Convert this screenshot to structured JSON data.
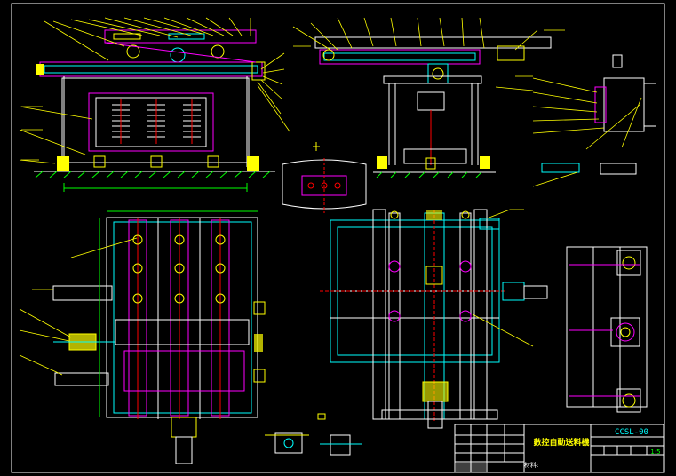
{
  "drawing": {
    "title": "數控自動送料機",
    "drawing_number": "CCSL-00",
    "scale": "1:5",
    "material_label": "材料:"
  },
  "colors": {
    "background": "#000000",
    "frame": "#ffffff",
    "outline_cyan": "#00ffff",
    "outline_magenta": "#ff00ff",
    "outline_yellow": "#ffff00",
    "outline_green": "#00ff00",
    "outline_red": "#ff0000",
    "outline_blue": "#3355ff",
    "leader_yellow": "#ffff00"
  }
}
